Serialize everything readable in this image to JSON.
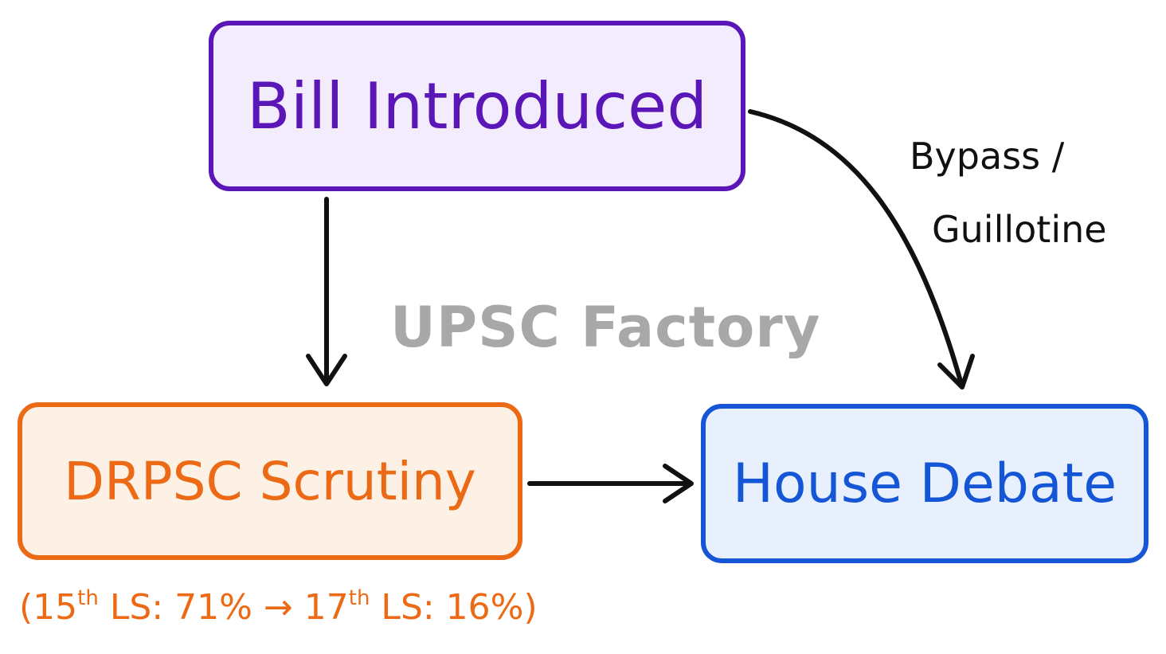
{
  "diagram": {
    "nodes": {
      "bill_introduced": {
        "label": "Bill Introduced",
        "border_color": "#5b16b8",
        "fill_color": "#f3ecfd"
      },
      "drpsc_scrutiny": {
        "label": "DRPSC Scrutiny",
        "border_color": "#ec6a15",
        "fill_color": "#fdf1e6"
      },
      "house_debate": {
        "label": "House Debate",
        "border_color": "#1556d6",
        "fill_color": "#e7f0fc"
      }
    },
    "edges": [
      {
        "from": "Bill Introduced",
        "to": "DRPSC Scrutiny",
        "label": ""
      },
      {
        "from": "DRPSC Scrutiny",
        "to": "House Debate",
        "label": ""
      },
      {
        "from": "Bill Introduced",
        "to": "House Debate",
        "label_line1": "Bypass /",
        "label_line2": "Guillotine"
      }
    ],
    "annotation": {
      "open_paren": "(",
      "first_number": "15",
      "first_suffix": "th",
      "first_value": " LS: 71% → ",
      "second_number": "17",
      "second_suffix": "th",
      "second_value": " LS: 16%",
      "close_paren": ")"
    },
    "watermark": "UPSC Factory"
  }
}
